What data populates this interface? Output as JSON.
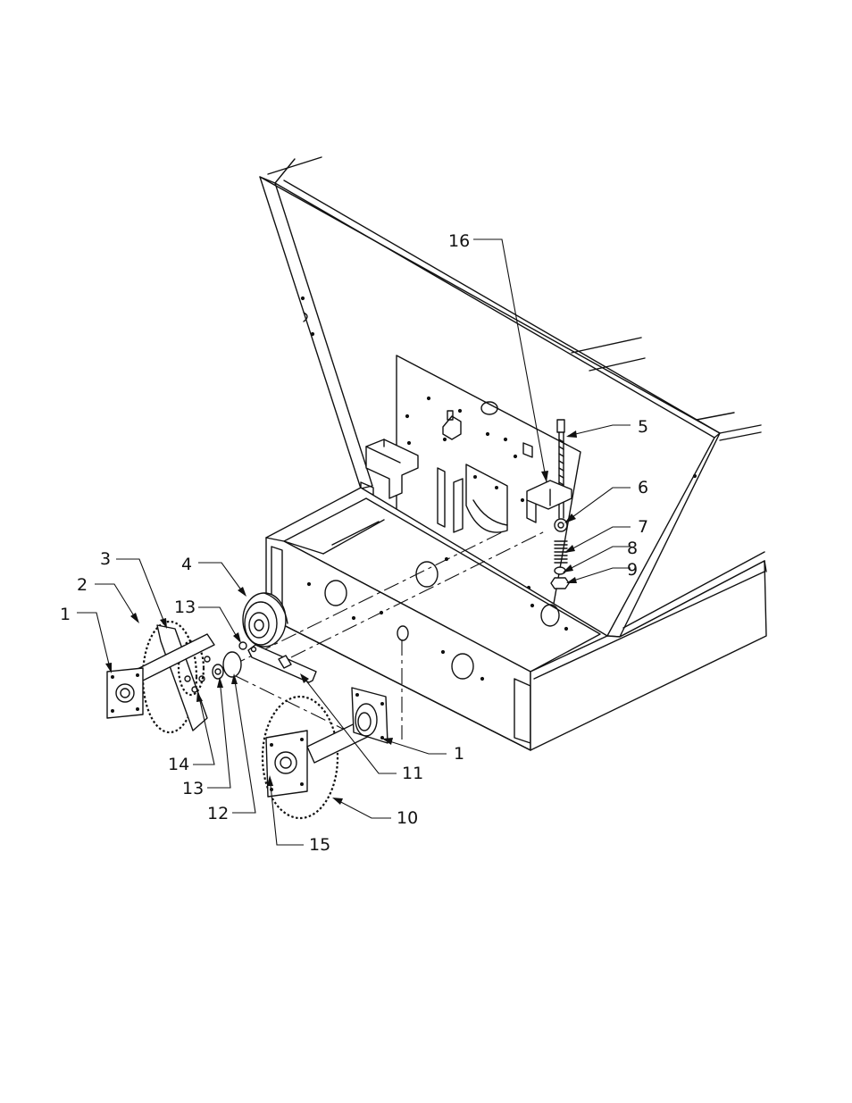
{
  "callouts": [
    {
      "id": "c16",
      "label": "16"
    },
    {
      "id": "c5",
      "label": "5"
    },
    {
      "id": "c6",
      "label": "6"
    },
    {
      "id": "c7",
      "label": "7"
    },
    {
      "id": "c8",
      "label": "8"
    },
    {
      "id": "c9",
      "label": "9"
    },
    {
      "id": "c3",
      "label": "3"
    },
    {
      "id": "c4",
      "label": "4"
    },
    {
      "id": "c2",
      "label": "2"
    },
    {
      "id": "c13a",
      "label": "13"
    },
    {
      "id": "c1a",
      "label": "1"
    },
    {
      "id": "c1b",
      "label": "1"
    },
    {
      "id": "c11",
      "label": "11"
    },
    {
      "id": "c14",
      "label": "14"
    },
    {
      "id": "c13b",
      "label": "13"
    },
    {
      "id": "c12",
      "label": "12"
    },
    {
      "id": "c10",
      "label": "10"
    },
    {
      "id": "c15",
      "label": "15"
    }
  ]
}
